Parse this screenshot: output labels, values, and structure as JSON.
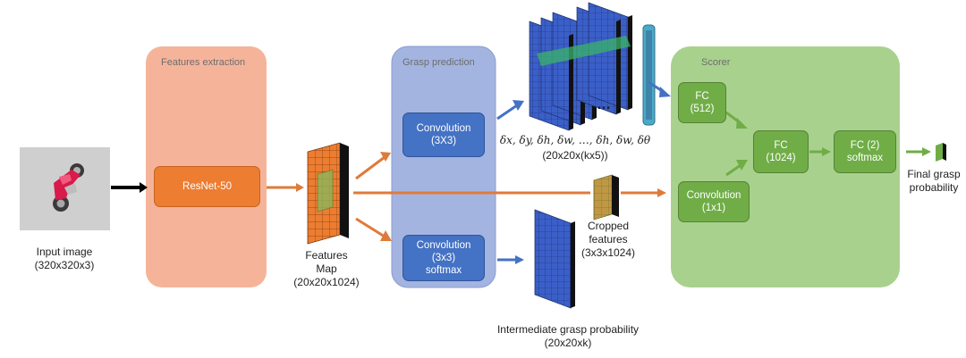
{
  "panels": {
    "features_extraction": "Features extraction",
    "grasp_prediction": "Grasp prediction",
    "scorer": "Scorer"
  },
  "input": {
    "label": "Input image",
    "size": "(320x320x3)"
  },
  "resnet": {
    "label": "ResNet-50"
  },
  "feature_map": {
    "line1": "Features",
    "line2": "Map",
    "size": "(20x20x1024)"
  },
  "conv_3x3_upper": {
    "line1": "Convolution",
    "line2": "(3X3)"
  },
  "conv_3x3_lower": {
    "line1": "Convolution",
    "line2": "(3x3)",
    "line3": "softmax"
  },
  "grasp_params": {
    "formula": "δx, δy, δh, δw, …, δh, δw, δθ",
    "size": "(20x20x(kx5))",
    "ellipsis": "…"
  },
  "cropped": {
    "line1": "Cropped",
    "line2": "features",
    "size": "(3x3x1024)"
  },
  "intermediate": {
    "label": "Intermediate grasp probability",
    "size": "(20x20xk)"
  },
  "scorer_boxes": {
    "fc512": {
      "line1": "FC",
      "line2": "(512)"
    },
    "conv1x1": {
      "line1": "Convolution",
      "line2": "(1x1)"
    },
    "fc1024": {
      "line1": "FC",
      "line2": "(1024)"
    },
    "fc2": {
      "line1": "FC (2)",
      "line2": "softmax"
    }
  },
  "final": {
    "line1": "Final grasp",
    "line2": "probability"
  },
  "colors": {
    "orange_panel": "#f5b49a",
    "orange_box": "#ed7d31",
    "blue_panel": "#a4b4e0",
    "blue_box": "#4472c4",
    "green_panel": "#a9d18e",
    "green_box": "#70ad47",
    "arrow_orange": "#e07a3a",
    "arrow_blue": "#4472c4",
    "arrow_green": "#70ad47",
    "black": "#000000"
  }
}
